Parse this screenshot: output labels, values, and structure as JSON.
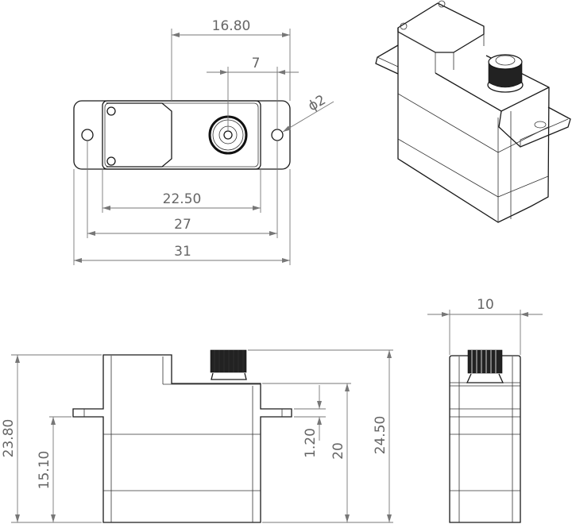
{
  "drawing": {
    "top_view": {
      "dims": {
        "width_16_80": "16.80",
        "offset_7": "7",
        "hole_dia": "ϕ2",
        "body_22_50": "22.50",
        "holes_27": "27",
        "overall_31": "31"
      }
    },
    "front_view": {
      "dims": {
        "height_23_80": "23.80",
        "flange_15_10": "15.10",
        "flange_thk_1_20": "1.20",
        "body_20": "20",
        "overall_24_50": "24.50"
      }
    },
    "side_view": {
      "dims": {
        "width_10": "10"
      }
    },
    "iso_view": {}
  }
}
